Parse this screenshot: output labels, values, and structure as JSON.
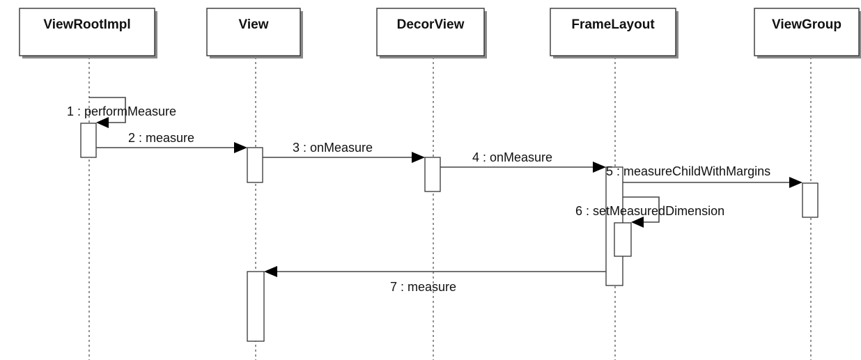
{
  "participants": [
    {
      "id": "viewrootimpl",
      "name": "ViewRootImpl"
    },
    {
      "id": "view",
      "name": "View"
    },
    {
      "id": "decorview",
      "name": "DecorView"
    },
    {
      "id": "framelayout",
      "name": "FrameLayout"
    },
    {
      "id": "viewgroup",
      "name": "ViewGroup"
    }
  ],
  "messages": [
    {
      "label": "1 : performMeasure",
      "from": "viewrootimpl",
      "to": "viewrootimpl"
    },
    {
      "label": "2 : measure",
      "from": "viewrootimpl",
      "to": "view"
    },
    {
      "label": "3 : onMeasure",
      "from": "view",
      "to": "decorview"
    },
    {
      "label": "4 : onMeasure",
      "from": "decorview",
      "to": "framelayout"
    },
    {
      "label": "5 : measureChildWithMargins",
      "from": "framelayout",
      "to": "viewgroup"
    },
    {
      "label": "6 : setMeasuredDimension",
      "from": "framelayout",
      "to": "framelayout"
    },
    {
      "label": "7 : measure",
      "from": "framelayout",
      "to": "view"
    }
  ]
}
